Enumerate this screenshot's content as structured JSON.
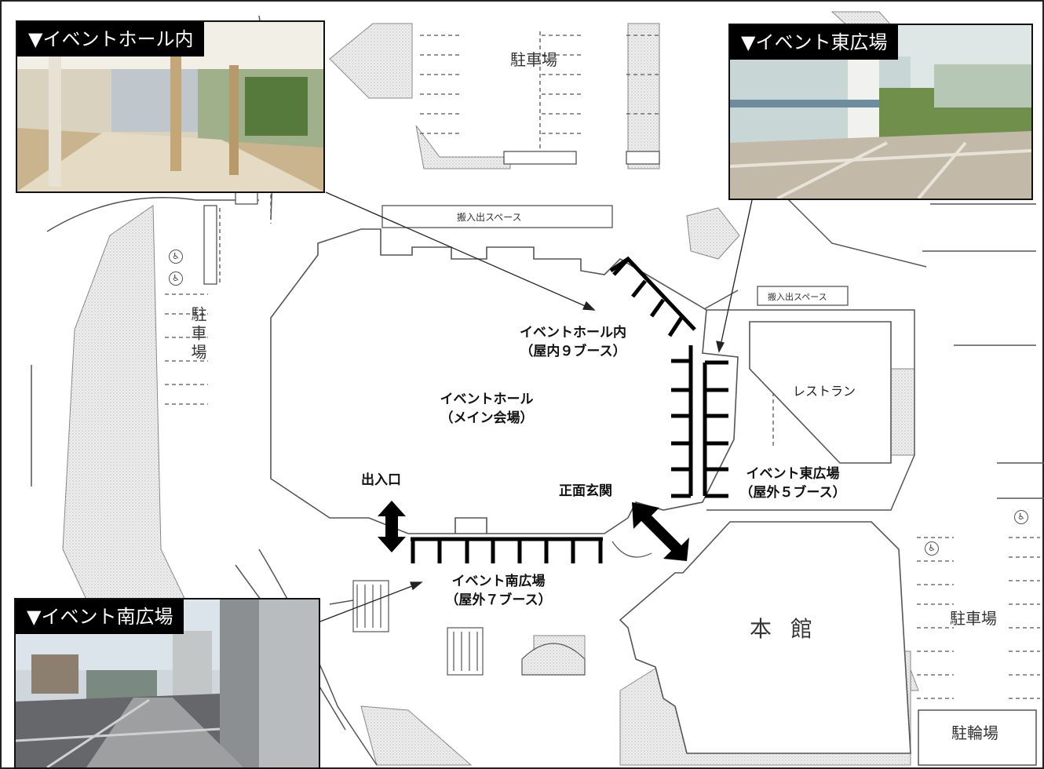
{
  "photos": {
    "hall": {
      "caption": "▼イベントホール内"
    },
    "east": {
      "caption": "▼イベント東広場"
    },
    "south": {
      "caption": "▼イベント南広場"
    }
  },
  "areas": {
    "event_hall": {
      "name": "イベントホール",
      "sub": "（メイン会場）"
    },
    "hall_inside": {
      "name": "イベントホール内",
      "sub": "（屋内９ブース）"
    },
    "east_plaza": {
      "name": "イベント東広場",
      "sub": "（屋外５ブース）"
    },
    "south_plaza": {
      "name": "イベント南広場",
      "sub": "（屋外７ブース）"
    },
    "entrance": "出入口",
    "main_entrance": "正面玄関",
    "restaurant": "レストラン",
    "main_building": "本館",
    "parking_top": "駐車場",
    "parking_left": "駐車場",
    "parking_right": "駐車場",
    "bicycle_parking": "駐輪場",
    "loading_space_top": "搬入出スペース",
    "loading_space_right": "搬入出スペース",
    "accessible_symbol": "♿"
  },
  "colors": {
    "booth": "#000000",
    "road_fill": "#e8e8e8",
    "line": "#555555"
  }
}
